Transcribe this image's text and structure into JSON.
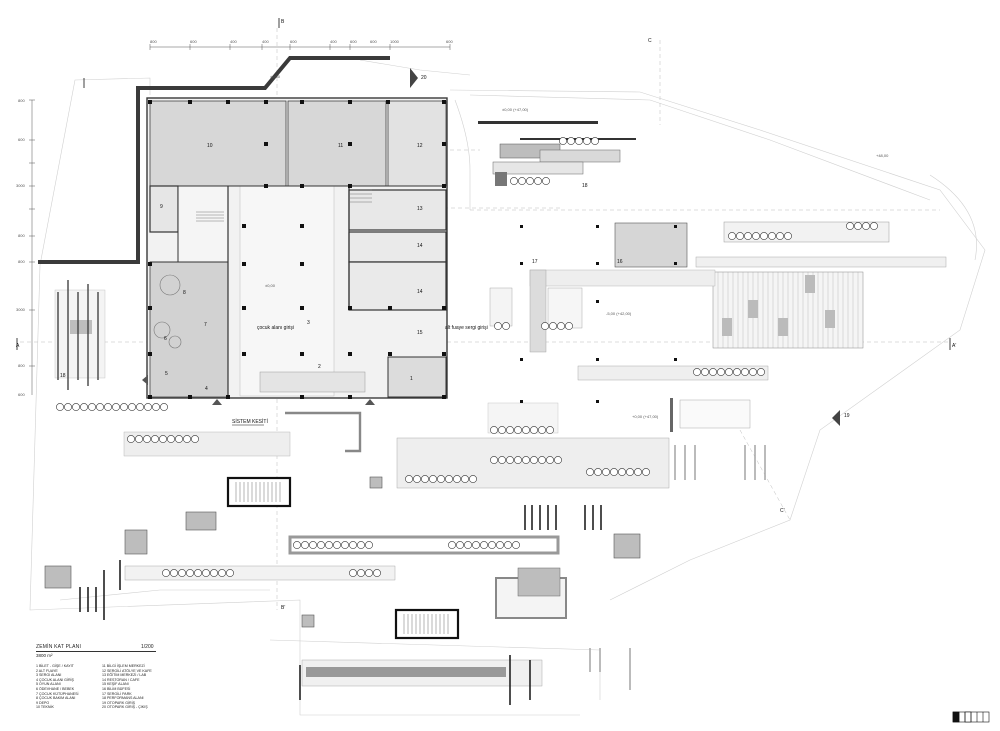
{
  "plan": {
    "title": "ZEMİN KAT PLANI",
    "scale": "1/200",
    "area": "3800 m²",
    "section_label": "SİSTEM KESİTİ",
    "entrance_labels": [
      "çocuk alanı girişi",
      "alt fuaye sergi girişi"
    ],
    "section_markers": {
      "top": "B",
      "bottom": "B'",
      "left": "A",
      "right": "A'",
      "c1": "C",
      "c2": "C'"
    },
    "level_labels": [
      "±0,00",
      "±0,00 (+47,00)",
      "+0,00 (+47,00)",
      "-5,00 (+42,00)",
      "+48,00",
      "±0,00"
    ],
    "rooms": [
      "1",
      "2",
      "3",
      "4",
      "5",
      "6",
      "7",
      "8",
      "9",
      "10",
      "11",
      "12",
      "13",
      "14",
      "14",
      "15",
      "16",
      "17",
      "18",
      "18",
      "19",
      "20"
    ],
    "ruler_top": [
      "800",
      "600",
      "400",
      "400",
      "600",
      "400",
      "600",
      "600",
      "1000",
      "600"
    ],
    "ruler_left": [
      "800",
      "600",
      "3000",
      "800",
      "800",
      "3000",
      "800",
      "600"
    ]
  },
  "legend": {
    "items_col1": [
      "1 BİLET - GİŞE / KAYIT",
      "2 ALT FUAYE",
      "3 SERGİ ALANI",
      "4 ÇOCUK ALANI GİRİŞ",
      "5 OYUN ALANI",
      "6 ÖDEVHANE / BEBEK",
      "7 ÇOCUK KÜTÜPHANESİ",
      "8 ÇOCUK BAKIM ALANI",
      "9 DEPO",
      "10 TEKNİK"
    ],
    "items_col2": [
      "11 BİLGİ İŞLEM MERKEZİ",
      "12 SERGİLİ ATÖLYE VE KAFE",
      "13 EĞİTİM MERKEZİ / LAB",
      "14 RESTORAN / CAFE",
      "15 KEŞİF ALANI",
      "16 BİLİM BÜFESİ",
      "17 SERGİLİ PARK",
      "18 PERFORMANS ALANI",
      "19 OTOPARK GİRİŞ",
      "20 OTOPARK GİRİŞ - ÇIKIŞ"
    ]
  },
  "colors": {
    "ink": "#111111",
    "wall": "#3a3a3a",
    "fill": "#d8d8d8",
    "fill_light": "#ececec",
    "line": "#c8c8c8"
  }
}
